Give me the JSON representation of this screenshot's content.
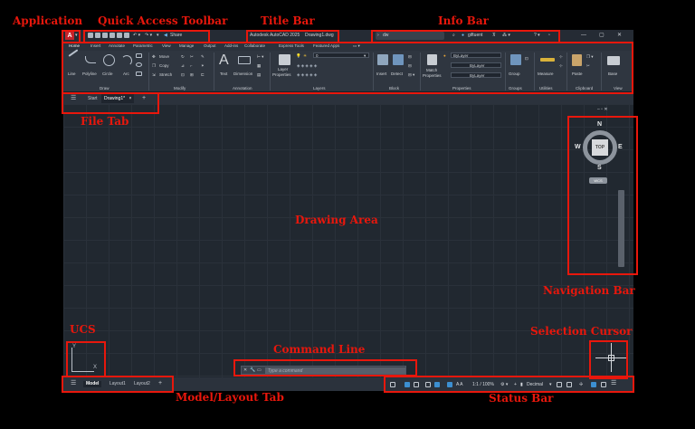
{
  "callouts": {
    "application": "Application",
    "quick_access_toolbar": "Quick Access Toolbar",
    "title_bar": "Title Bar",
    "info_bar": "Info Bar",
    "file_tab": "File Tab",
    "drawing_area": "Drawing Area",
    "navigation_bar": "Navigation Bar",
    "ucs": "UCS",
    "command_line": "Command Line",
    "selection_cursor": "Selection Cursor",
    "model_layout_tab": "Model/Layout Tab",
    "status_bar": "Status Bar"
  },
  "app": {
    "logo_letter": "A",
    "share_label": "Share",
    "title": "Autodesk AutoCAD 2025",
    "document": "Drawing1.dwg",
    "search_value": "dw",
    "user_name": "giftuent"
  },
  "ribbon": {
    "tabs": [
      "Home",
      "Insert",
      "Annotate",
      "Parametric",
      "View",
      "Manage",
      "Output",
      "Add-ins",
      "Collaborate",
      "Express Tools",
      "Featured Apps"
    ],
    "draw_tools": [
      "Line",
      "Polyline",
      "Circle",
      "Arc"
    ],
    "modify_tools": [
      "Move",
      "Copy",
      "Stretch"
    ],
    "annotation_tools": [
      "Text",
      "Dimension"
    ],
    "layer_tools": [
      "Layer",
      "Properties"
    ],
    "layer_value": "0",
    "block_tools": [
      "Insert",
      "Detect"
    ],
    "match_tools": [
      "Match",
      "Properties"
    ],
    "property_values": [
      "ByLayer",
      "ByLayer",
      "ByLayer"
    ],
    "group_tool": "Group",
    "measure_tool": "Measure",
    "paste_tool": "Paste",
    "base_tool": "Base",
    "panels": [
      "Draw",
      "Modify",
      "Annotation",
      "Layers",
      "Block",
      "Properties",
      "Groups",
      "Utilities",
      "Clipboard",
      "View"
    ]
  },
  "file_tabs": {
    "start": "Start",
    "active": "Drawing1*",
    "close": "×",
    "add": "+"
  },
  "navigation": {
    "north": "N",
    "south": "S",
    "east": "E",
    "west": "W",
    "cube_face": "TOP",
    "wcs": "WCS"
  },
  "ucs": {
    "x": "X",
    "y": "Y"
  },
  "command": {
    "placeholder": "Type a command"
  },
  "layout_tabs": {
    "model": "Model",
    "layout1": "Layout1",
    "layout2": "Layout2",
    "add": "+"
  },
  "status_bar": {
    "scale": "1:1 / 100%",
    "units": "Decimal"
  },
  "colors": {
    "callout": "#e8170c",
    "logo": "#c6232b",
    "canvas": "#212830",
    "accent": "#3c8fd1"
  }
}
